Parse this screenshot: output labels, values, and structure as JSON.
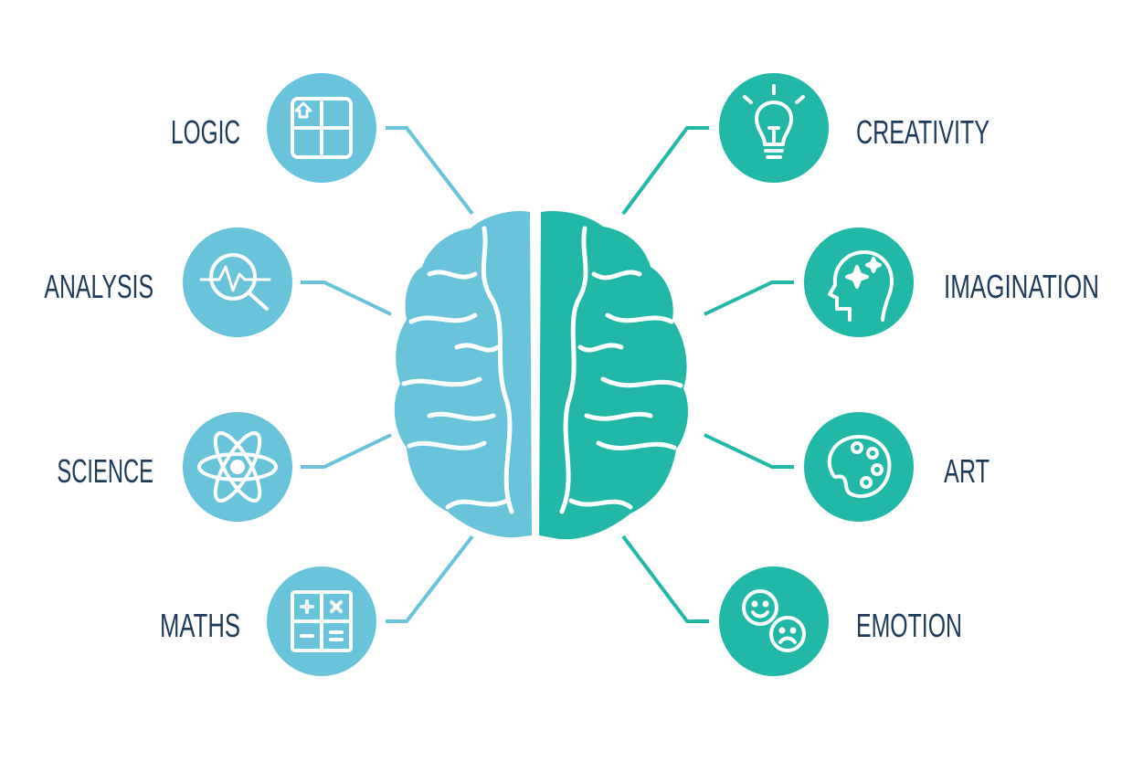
{
  "colors": {
    "left": "#69c3db",
    "right": "#22b8a7",
    "text": "#1e3a5a"
  },
  "left": [
    {
      "label": "LOGIC",
      "icon": "puzzle-icon"
    },
    {
      "label": "ANALYSIS",
      "icon": "magnifier-graph-icon"
    },
    {
      "label": "SCIENCE",
      "icon": "atom-icon"
    },
    {
      "label": "MATHS",
      "icon": "calculator-icon"
    }
  ],
  "right": [
    {
      "label": "CREATIVITY",
      "icon": "lightbulb-icon"
    },
    {
      "label": "IMAGINATION",
      "icon": "head-sparkle-icon"
    },
    {
      "label": "ART",
      "icon": "palette-icon"
    },
    {
      "label": "EMOTION",
      "icon": "faces-icon"
    }
  ]
}
